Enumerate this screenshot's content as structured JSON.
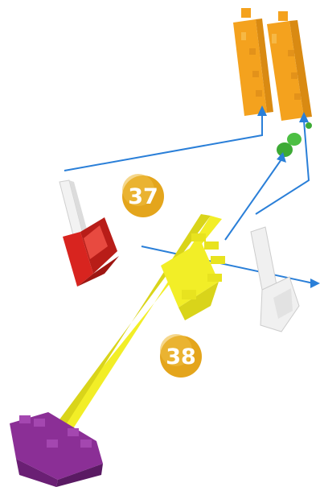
{
  "steps": [
    {
      "number": "37"
    },
    {
      "number": "38"
    }
  ],
  "parts": [
    {
      "name": "orange-connector",
      "color": "#f4a21e"
    },
    {
      "name": "green-connector",
      "color": "#3daa35"
    },
    {
      "name": "white-rod",
      "color": "#f2f2f2"
    },
    {
      "name": "white-clip",
      "color": "#f0f0f0"
    },
    {
      "name": "red-connector",
      "color": "#d8241f"
    },
    {
      "name": "yellow-rod",
      "color": "#f2ee27"
    },
    {
      "name": "purple-connector",
      "color": "#8b2f96"
    }
  ],
  "colors": {
    "arrow": "#2a7fd8",
    "badge": "#e4a51c",
    "badge_text": "#ffffff"
  }
}
